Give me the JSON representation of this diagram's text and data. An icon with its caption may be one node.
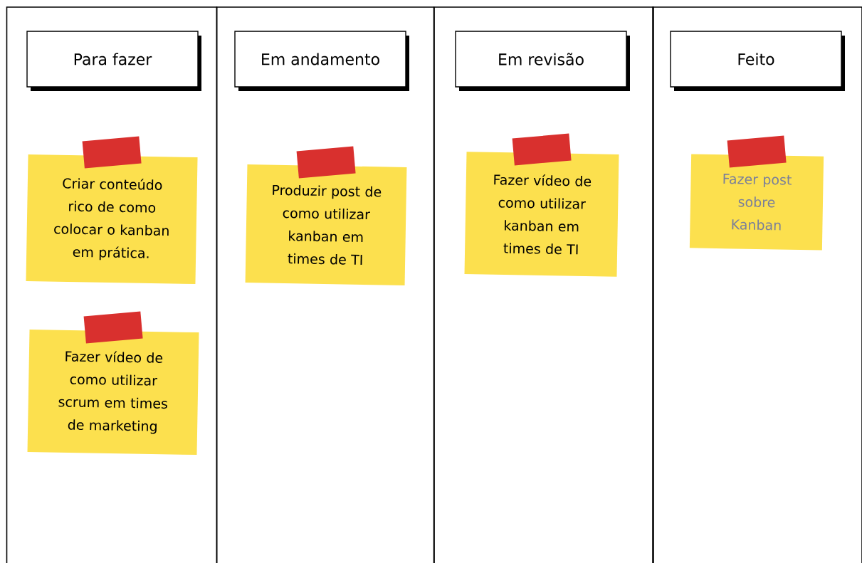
{
  "diagram": {
    "nodes": [
      {
        "text": [],
        "shape": "box"
      },
      {
        "text": [
          "Para fazer"
        ],
        "in": 0
      },
      {
        "text": [
          "Criar conteúdo rico de como colocar o kanban em prática."
        ],
        "in": 0
      },
      {
        "text": [
          "Fazer vídeo de como utilizar scrum em times de marketing"
        ],
        "in": 0
      },
      {
        "text": [],
        "shape": "box"
      },
      {
        "text": [
          "Em andamento"
        ],
        "in": 4
      },
      {
        "text": [
          "Produzir post de como utilizar kanban em times de TI"
        ],
        "in": 4
      },
      {
        "text": [],
        "shape": "box"
      },
      {
        "text": [
          "Em revisão"
        ],
        "in": 7
      },
      {
        "text": [
          "Fazer vídeo de como utilizar kanban em times de TI"
        ],
        "in": 7
      },
      {
        "text": [],
        "shape": "box"
      },
      {
        "text": [
          "Feito"
        ],
        "in": 10
      },
      {
        "text": [
          "Fazer post sobre Kanban"
        ],
        "in": 10
      }
    ]
  }
}
